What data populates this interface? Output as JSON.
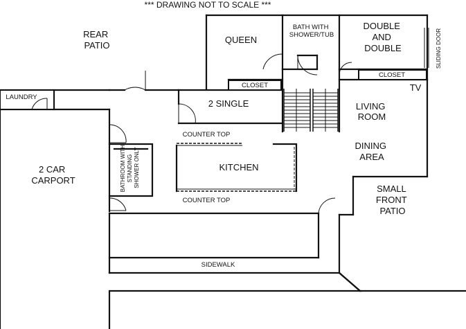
{
  "header": {
    "title": "*** DRAWING NOT TO SCALE ***"
  },
  "rooms": {
    "rear_patio": [
      "REAR",
      "PATIO"
    ],
    "queen": "QUEEN",
    "bath": [
      "BATH WITH",
      "SHOWER/TUB"
    ],
    "double": [
      "DOUBLE",
      "AND",
      "DOUBLE"
    ],
    "sliding_door": "SLIDING DOOR",
    "closet_left": "CLOSET",
    "closet_right": "CLOSET",
    "tv": "TV",
    "laundry": "LAUNDRY",
    "two_single": "2 SINGLE",
    "living": [
      "LIVING",
      "ROOM"
    ],
    "counter_top_upper": "COUNTER TOP",
    "kitchen": "KITCHEN",
    "dining": [
      "DINING",
      "AREA"
    ],
    "carport": [
      "2 CAR",
      "CARPORT"
    ],
    "bathroom_small": [
      "BATHROOM WITH",
      "STANDING",
      "SHOWER ONLY"
    ],
    "counter_top_lower": "COUNTER TOP",
    "front_patio": [
      "SMALL",
      "FRONT",
      "PATIO"
    ],
    "sidewalk": "SIDEWALK"
  }
}
